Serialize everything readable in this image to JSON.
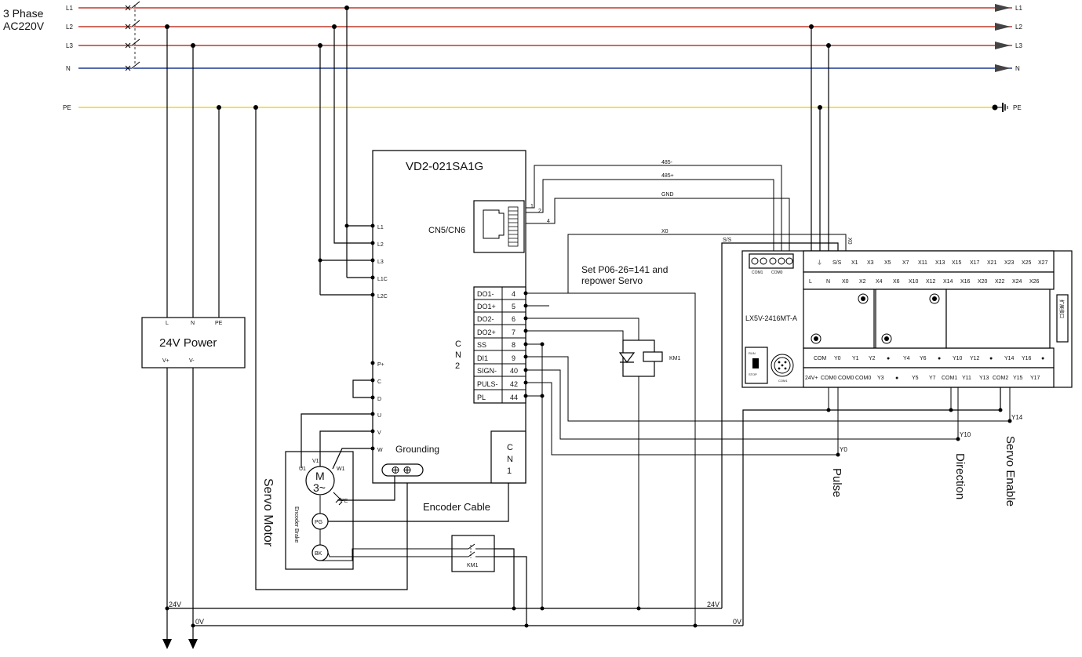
{
  "supply": {
    "title_line1": "3 Phase",
    "title_line2": "AC220V",
    "lines": [
      {
        "label": "L1",
        "color": "#c0392b"
      },
      {
        "label": "L2",
        "color": "#c0392b"
      },
      {
        "label": "L3",
        "color": "#c0392b"
      },
      {
        "label": "N",
        "color": "#1f3a93"
      },
      {
        "label": "PE",
        "color": "#f1e05a"
      }
    ]
  },
  "power_supply": {
    "title": "24V Power",
    "inputs": [
      "L",
      "N",
      "PE"
    ],
    "outputs": [
      "V+",
      "V-"
    ]
  },
  "drive": {
    "model": "VD2-021SA1G",
    "power_terminals": [
      "L1",
      "L2",
      "L3",
      "L1C",
      "L2C"
    ],
    "dc_terminals": [
      "P+",
      "C",
      "D"
    ],
    "motor_terminals": [
      "U",
      "V",
      "W"
    ],
    "cn56_label": "CN5/CN6",
    "cn56_pins": [
      "1",
      "2",
      "4"
    ],
    "cn2_label": [
      "C",
      "N",
      "2"
    ],
    "cn2_pins": [
      {
        "name": "DO1-",
        "pin": "4"
      },
      {
        "name": "DO1+",
        "pin": "5"
      },
      {
        "name": "DO2-",
        "pin": "6"
      },
      {
        "name": "DO2+",
        "pin": "7"
      },
      {
        "name": "SS",
        "pin": "8"
      },
      {
        "name": "DI1",
        "pin": "9"
      },
      {
        "name": "SIGN-",
        "pin": "40"
      },
      {
        "name": "PULS-",
        "pin": "42"
      },
      {
        "name": "PL",
        "pin": "44"
      }
    ],
    "cn1_label": [
      "C",
      "N",
      "1"
    ]
  },
  "motor": {
    "title": "Servo Motor",
    "symbol_line1": "M",
    "symbol_line2": "3~",
    "phase_labels": [
      "U1",
      "V1",
      "W1"
    ],
    "pe_label": "PE",
    "encoder_brake_label": "Encoder Brake",
    "pg_label": "PG",
    "bk_label": "BK"
  },
  "grounding_label": "Grounding",
  "encoder_cable_label": "Encoder Cable",
  "note_line1": "Set P06-26=141 and",
  "note_line2": "repower Servo",
  "relay": {
    "label": "KM1",
    "contact_label": "KM1"
  },
  "comm_wires": [
    "485-",
    "485+",
    "GND",
    "X0",
    "S/S"
  ],
  "plc": {
    "model": "LX5V-2416MT-A",
    "top_row": [
      "⏚",
      "S/S",
      "X1",
      "X3",
      "X5",
      "X7",
      "X11",
      "X13",
      "X15",
      "X17",
      "X21",
      "X23",
      "X25",
      "X27"
    ],
    "second_row": [
      "L",
      "N",
      "X0",
      "X2",
      "X4",
      "X6",
      "X10",
      "X12",
      "X14",
      "X16",
      "X20",
      "X22",
      "X24",
      "X26"
    ],
    "out_top_row": [
      "COM",
      "Y0",
      "Y1",
      "Y2",
      "●",
      "Y4",
      "Y6",
      "●",
      "Y10",
      "Y12",
      "●",
      "Y14",
      "Y16",
      "●"
    ],
    "out_bottom_row": [
      "24V+",
      "COM0",
      "COM0",
      "COM0",
      "Y3",
      "●",
      "Y5",
      "Y7",
      "COM1",
      "Y11",
      "Y13",
      "COM2",
      "Y15",
      "Y17"
    ],
    "com_labels": [
      "COM1",
      "COM0"
    ],
    "port_label": "COM1",
    "run_label": "RUN",
    "stop_label": "STOP",
    "side_label": "扩展接口"
  },
  "signals": [
    {
      "tag": "Y0",
      "label": "Pulse"
    },
    {
      "tag": "Y10",
      "label": "Direction"
    },
    {
      "tag": "Y14",
      "label": "Servo Enable"
    }
  ],
  "rails": {
    "v24": "24V",
    "v0": "0V"
  }
}
